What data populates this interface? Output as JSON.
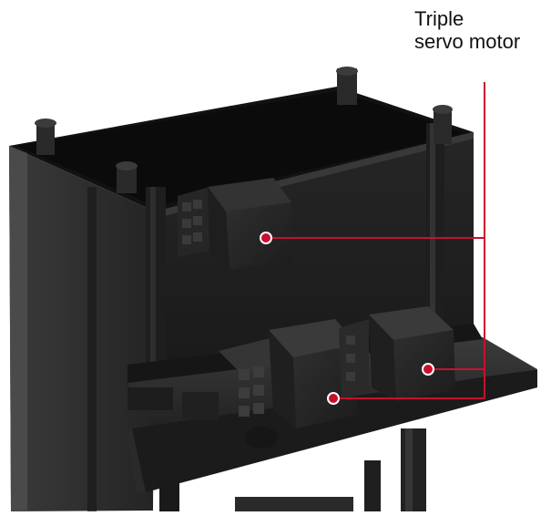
{
  "callout": {
    "label": "Triple\nservo motor"
  },
  "colors": {
    "leader_line": "#c8102e",
    "marker_fill": "#c8102e",
    "marker_stroke": "#ffffff",
    "machine_dark": "#1b1b1b",
    "machine_mid": "#2c2c2c",
    "background": "#ffffff"
  },
  "callout_targets": [
    "servo-motor-1",
    "servo-motor-2",
    "servo-motor-3"
  ]
}
